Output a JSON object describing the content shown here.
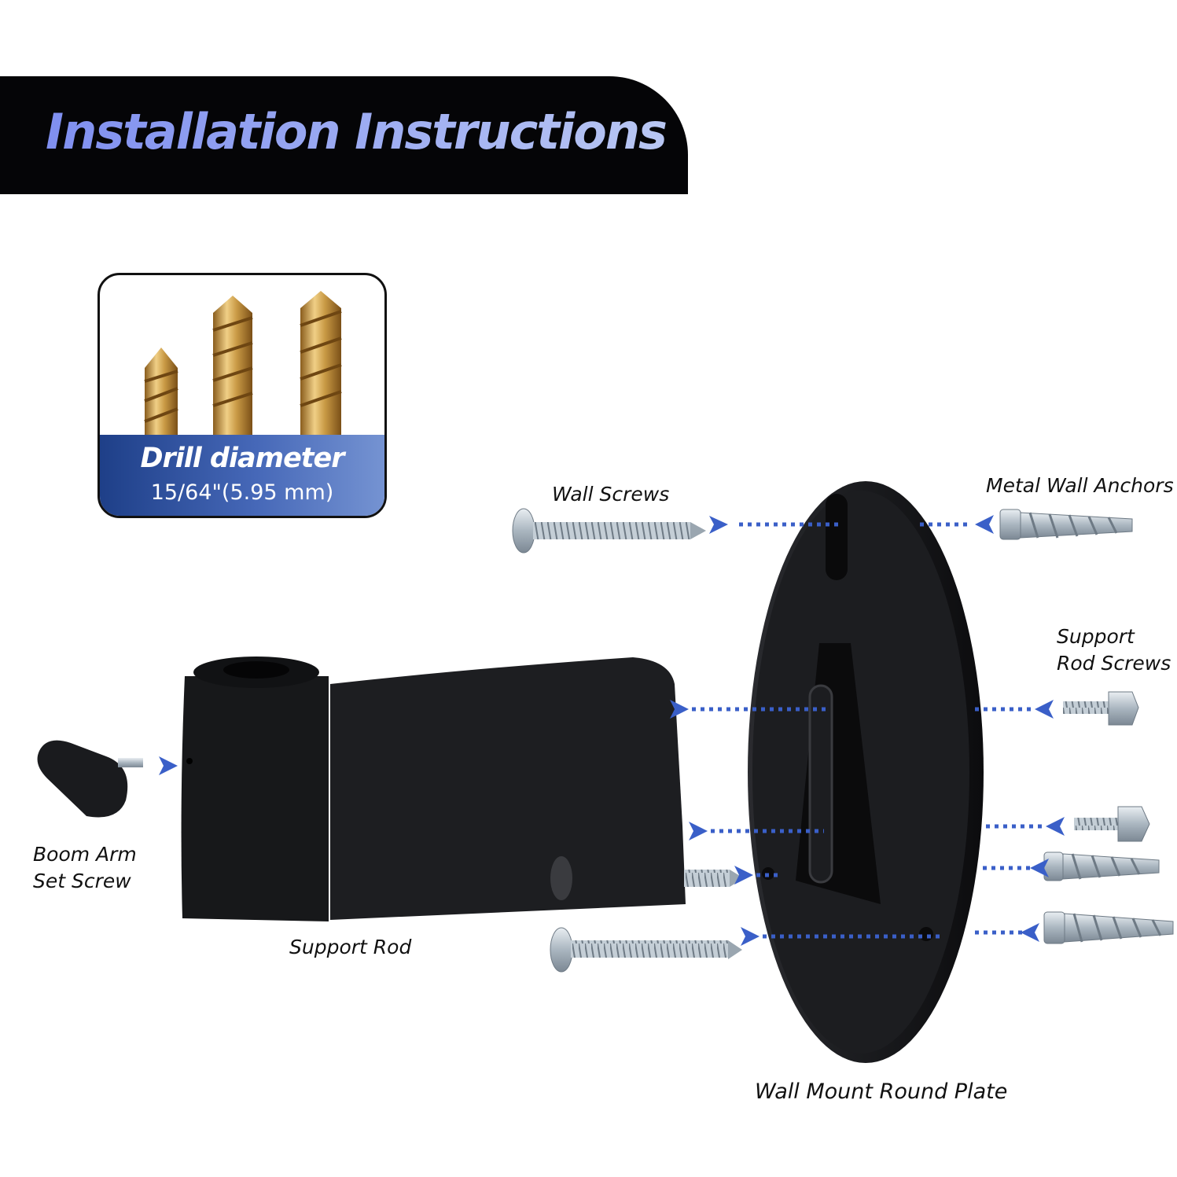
{
  "banner": {
    "title": "Installation Instructions"
  },
  "drill_card": {
    "title": "Drill diameter",
    "size": "15/64\"(5.95 mm)"
  },
  "labels": {
    "wall_screws": "Wall Screws",
    "metal_wall_anchors": "Metal Wall Anchors",
    "support_rod_screws_line1": "Support",
    "support_rod_screws_line2": "Rod Screws",
    "boom_arm_line1": "Boom Arm",
    "boom_arm_line2": "Set Screw",
    "support_rod": "Support Rod",
    "wall_mount_round_plate": "Wall Mount Round Plate"
  },
  "colors": {
    "banner_bg": "#050507",
    "arrow_blue": "#3a5fc8",
    "part_black": "#16171a",
    "metal": "#b8c3cc",
    "drill_gold": "#c99a45"
  }
}
